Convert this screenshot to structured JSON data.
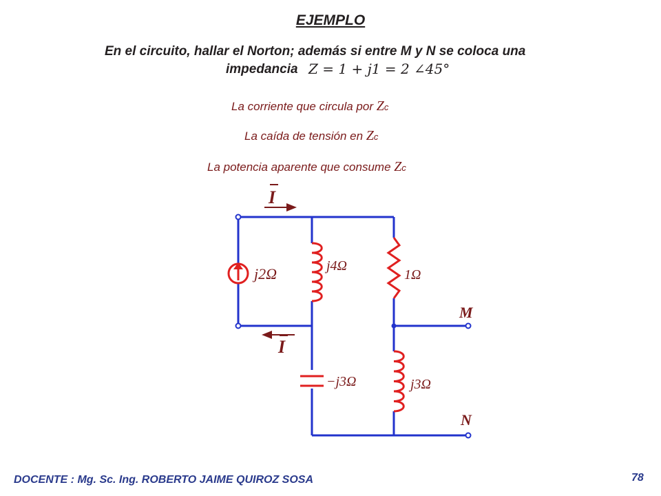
{
  "title": "EJEMPLO",
  "statement": {
    "line1": "En el circuito,   hallar el Norton; además si  entre M y N se coloca una",
    "line2": "impedancia",
    "equation": "Z = 1 + j1 = 2 ∠45°"
  },
  "questions": [
    {
      "text": "La corriente que circula por ",
      "symbol": "Z",
      "sub": "c"
    },
    {
      "text": "La caída de tensión en  ",
      "symbol": "Z",
      "sub": "c"
    },
    {
      "text": "La potencia aparente que consume ",
      "symbol": "Z",
      "sub": "c"
    }
  ],
  "circuit": {
    "current_top": "I",
    "current_bottom": "I",
    "source_label": "j2Ω",
    "inductor1_label": "j4Ω",
    "resistor_label": "1Ω",
    "capacitor_label": "−j3Ω",
    "inductor2_label": "j3Ω",
    "terminal_m": "M",
    "terminal_n": "N"
  },
  "colors": {
    "wire": "#2233cc",
    "component": "#e02020",
    "label": "#7a1a1a",
    "footer": "#2a3a8c"
  },
  "footer": "DOCENTE : Mg. Sc. Ing. ROBERTO JAIME QUIROZ SOSA",
  "page_number": "78"
}
